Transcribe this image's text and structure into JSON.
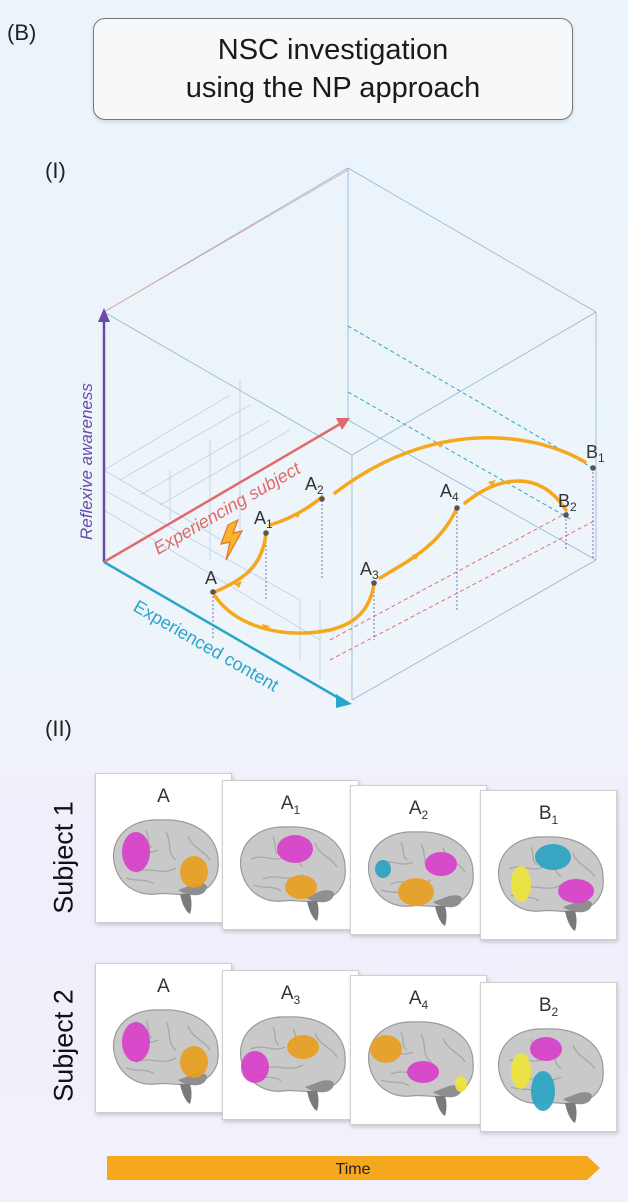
{
  "panel_b": "(B)",
  "title": [
    "NSC investigation",
    "using the NP approach"
  ],
  "panel_i": "(I)",
  "panel_ii": "(II)",
  "axes": {
    "vertical": "Reflexive awareness",
    "depth": "Experiencing subject",
    "horizontal": "Experienced content"
  },
  "points": {
    "a": "A",
    "a1": "A",
    "a2": "A",
    "a3": "A",
    "a4": "A",
    "b1": "B",
    "b2": "B",
    "sub1": "1",
    "sub2": "2",
    "sub3": "3",
    "sub4": "4"
  },
  "subjects": [
    {
      "label": "Subject 1",
      "cards": [
        {
          "base": "A",
          "sub": ""
        },
        {
          "base": "A",
          "sub": "1"
        },
        {
          "base": "A",
          "sub": "2"
        },
        {
          "base": "B",
          "sub": "1"
        }
      ]
    },
    {
      "label": "Subject 2",
      "cards": [
        {
          "base": "A",
          "sub": ""
        },
        {
          "base": "A",
          "sub": "3"
        },
        {
          "base": "A",
          "sub": "4"
        },
        {
          "base": "B",
          "sub": "2"
        }
      ]
    }
  ],
  "time_label": "Time",
  "colors": {
    "trajectory": "#f5a81c",
    "reflexive_axis": "#6a4aa8",
    "subject_axis": "#e06a6a",
    "content_axis": "#2aa5c9",
    "magenta": "#d83fc9",
    "orange": "#e7a021",
    "teal": "#2aa3c2",
    "yellow": "#eee43a"
  }
}
